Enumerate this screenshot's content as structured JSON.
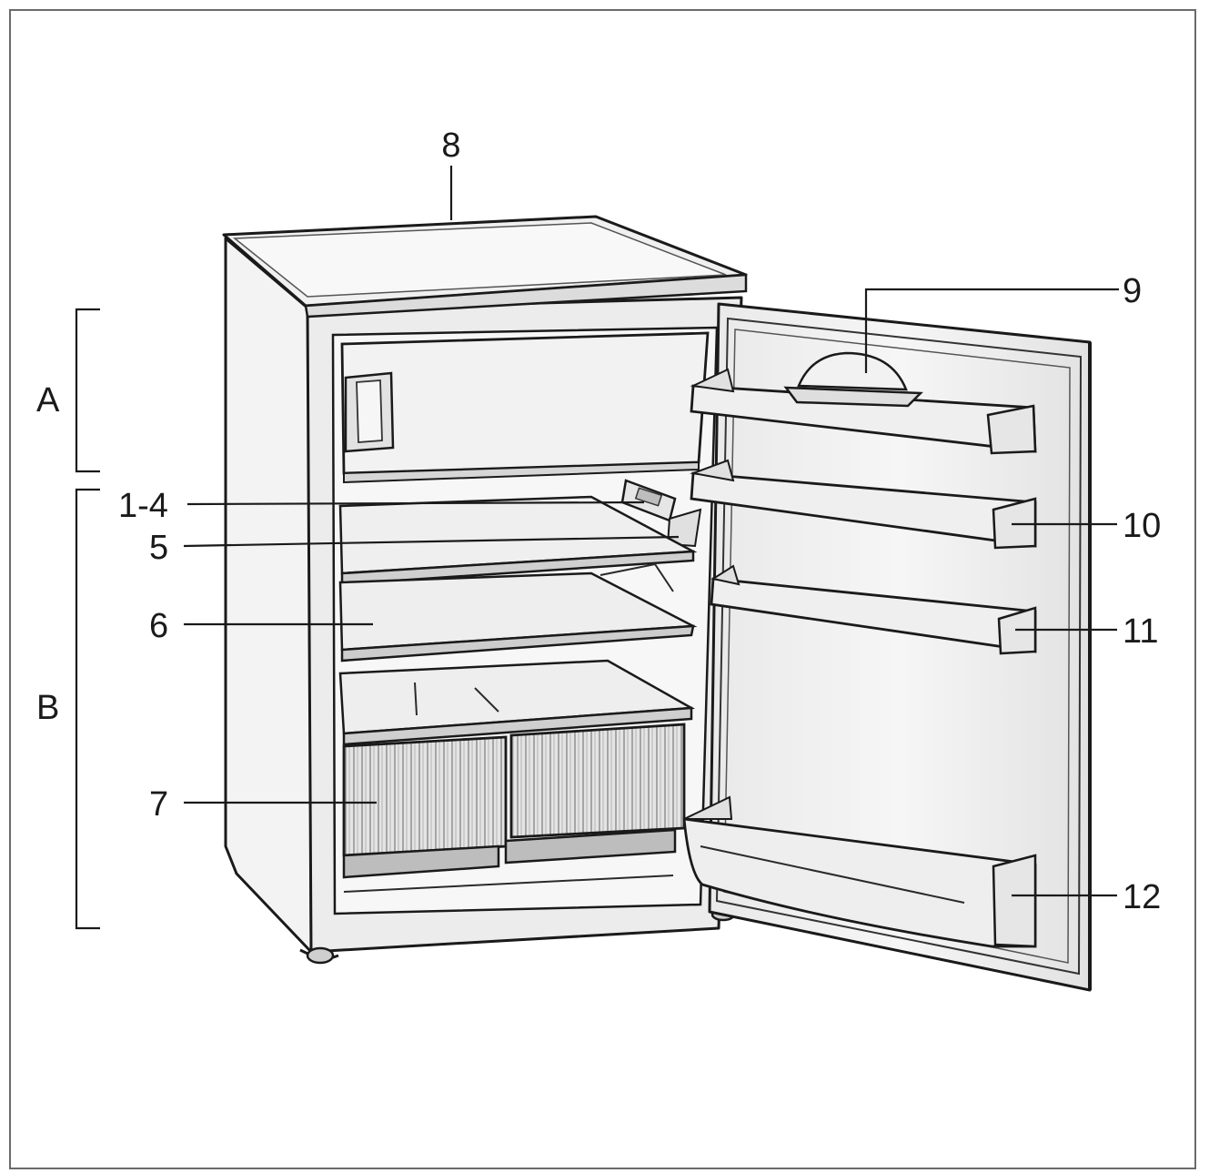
{
  "labels": {
    "n8": "8",
    "n9": "9",
    "n10": "10",
    "n11": "11",
    "n12": "12",
    "n1_4": "1-4",
    "n5": "5",
    "n6": "6",
    "n7": "7",
    "zoneA": "A",
    "zoneB": "B"
  }
}
